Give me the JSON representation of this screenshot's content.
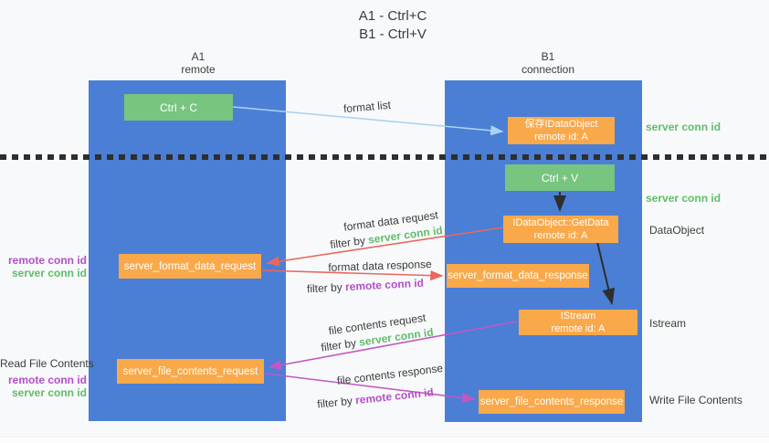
{
  "title": {
    "line1": "A1 - Ctrl+C",
    "line2": "B1 - Ctrl+V"
  },
  "lanes": {
    "a1": {
      "title": "A1",
      "subtitle": "remote"
    },
    "b1": {
      "title": "B1",
      "subtitle": "connection"
    }
  },
  "nodes": {
    "ctrl_c": {
      "label": "Ctrl + C"
    },
    "ctrl_v": {
      "label": "Ctrl + V"
    },
    "save_idataobject": {
      "line1": "保存IDataObject",
      "line2": "remote id: A"
    },
    "idataobject_getdata": {
      "line1": "IDataObject::GetData",
      "line2": "remote id: A"
    },
    "istream": {
      "line1": "IStream",
      "line2": "remote id: A"
    },
    "server_format_data_request": {
      "label": "server_format_data_request"
    },
    "server_format_data_response": {
      "label": "server_format_data_response"
    },
    "server_file_contents_request": {
      "label": "server_file_contents_request"
    },
    "server_file_contents_response": {
      "label": "server_file_contents_response"
    }
  },
  "arrow_labels": {
    "format_list": "format list",
    "format_data_request": "format data request",
    "format_data_response": "format data response",
    "file_contents_request": "file contents request",
    "file_contents_response": "file contents response",
    "filter_by": "filter by ",
    "server_conn_id": "server conn id",
    "remote_conn_id": "remote conn id"
  },
  "side_labels": {
    "server_conn_id_top_right": "server conn id",
    "server_conn_id_mid_right": "server conn id",
    "dataobject": "DataObject",
    "istream": "Istream",
    "write_file_contents": "Write File Contents",
    "read_file_contents": "Read File Contents",
    "remote_conn_id": "remote conn id",
    "server_conn_id": "server conn id"
  },
  "colors": {
    "background": "#f8f9fa",
    "lane_blue": "#4a7fd5",
    "node_green": "#77c57e",
    "node_orange": "#f9a94a",
    "arrow_red": "#e8685e",
    "arrow_magenta": "#c257c2",
    "arrow_lightblue": "#aad3ef",
    "arrow_black": "#2e2e2e",
    "text_green": "#5fbd68",
    "text_purple": "#b44ecb",
    "text_dark": "#3c3c3c"
  }
}
